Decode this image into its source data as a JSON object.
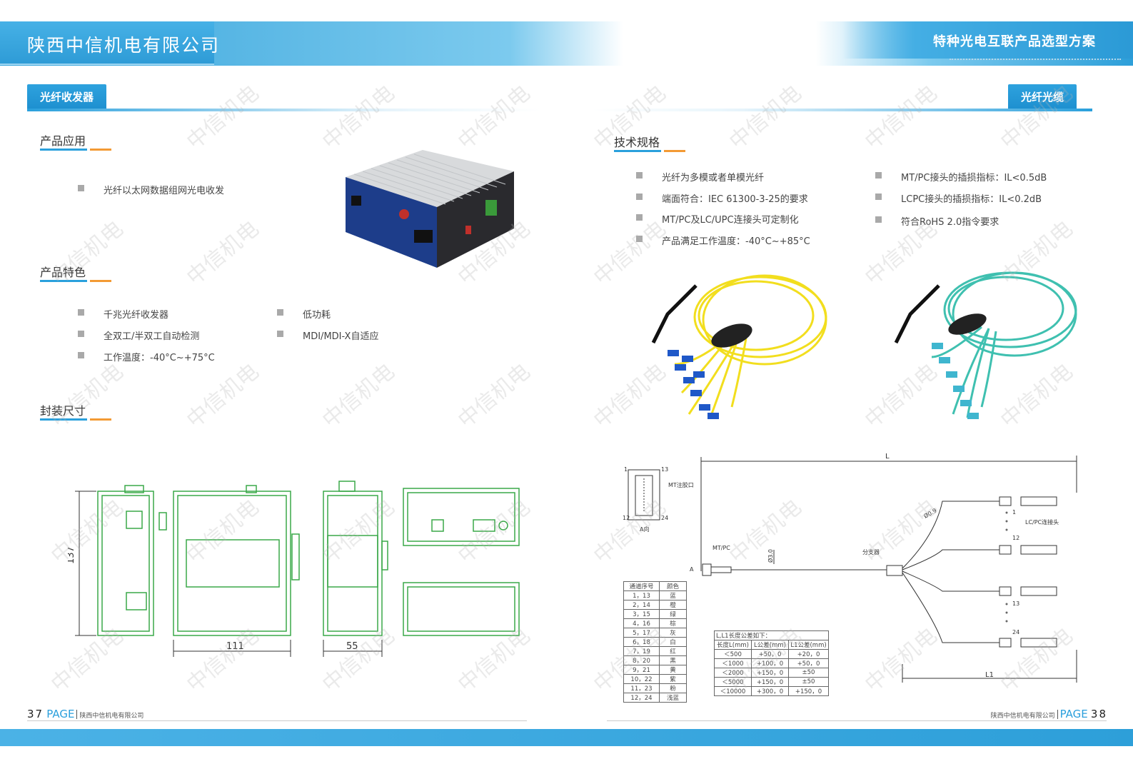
{
  "header": {
    "company": "陕西中信机电有限公司",
    "solution": "特种光电互联产品选型方案"
  },
  "left": {
    "tab": "光纤收发器",
    "application": {
      "heading": "产品应用",
      "items": [
        "光纤以太网数据组网光电收发"
      ]
    },
    "features": {
      "heading": "产品特色",
      "col1": [
        "千兆光纤收发器",
        "全双工/半双工自动检测",
        "工作温度：-40°C~+75°C"
      ],
      "col2": [
        "低功耗",
        "MDI/MDI-X自适应"
      ]
    },
    "dimensions": {
      "heading": "封装尺寸",
      "height": "137",
      "width": "111",
      "depth": "55"
    }
  },
  "right": {
    "tab": "光纤光缆",
    "specs": {
      "heading": "技术规格",
      "col1": [
        "光纤为多模或者单模光纤",
        "端面符合：IEC 61300-3-25的要求",
        "MT/PC及LC/UPC连接头可定制化",
        "产品满足工作温度：-40°C~+85°C"
      ],
      "col2": [
        "MT/PC接头的插损指标：IL<0.5dB",
        "LCPC接头的插损指标：IL<0.2dB",
        "符合RoHS 2.0指令要求"
      ]
    },
    "diagram": {
      "L": "L",
      "L1": "L1",
      "n1": "1",
      "n13": "13",
      "n12": "12",
      "n24": "24",
      "mt_glue": "MT注胶口",
      "a_dir": "A向",
      "mtpc": "MT/PC",
      "a": "A",
      "dia3": "Ø3.0",
      "dia09": "Ø0.9",
      "splitter": "分支器",
      "lcpc": "LC/PC连接头",
      "b1": "1",
      "b12": "12",
      "b13": "13",
      "b24": "24"
    },
    "channel_table": {
      "headers": [
        "通道序号",
        "颜色"
      ],
      "rows": [
        [
          "1，13",
          "蓝"
        ],
        [
          "2，14",
          "橙"
        ],
        [
          "3，15",
          "绿"
        ],
        [
          "4，16",
          "棕"
        ],
        [
          "5，17",
          "灰"
        ],
        [
          "6，18",
          "白"
        ],
        [
          "7，19",
          "红"
        ],
        [
          "8，20",
          "黑"
        ],
        [
          "9，21",
          "黄"
        ],
        [
          "10，22",
          "紫"
        ],
        [
          "11，23",
          "粉"
        ],
        [
          "12，24",
          "浅蓝"
        ]
      ]
    },
    "tolerance_table": {
      "title": "L,L1长度公差如下：",
      "headers": [
        "长度L(mm)",
        "L公差(mm)",
        "L1公差(mm)"
      ],
      "rows": [
        [
          "＜500",
          "+50，0",
          "+20，0"
        ],
        [
          "＜1000",
          "+100，0",
          "+50，0"
        ],
        [
          "＜2000",
          "+150，0",
          "±50"
        ],
        [
          "＜5000",
          "+150，0",
          "±50"
        ],
        [
          "＜10000",
          "+300，0",
          "+150，0"
        ]
      ]
    }
  },
  "footer": {
    "left_num": "37",
    "left_page": "PAGE",
    "left_company": "陕西中信机电有限公司",
    "right_company": "陕西中信机电有限公司",
    "right_page": "PAGE",
    "right_num": "38"
  },
  "watermark": "中信机电",
  "colors": {
    "accent": "#2aa0dc",
    "orange": "#f39a34",
    "drawing": "#3aa848",
    "yellow_cable": "#f2de1e",
    "aqua_cable": "#3fc0b0"
  }
}
